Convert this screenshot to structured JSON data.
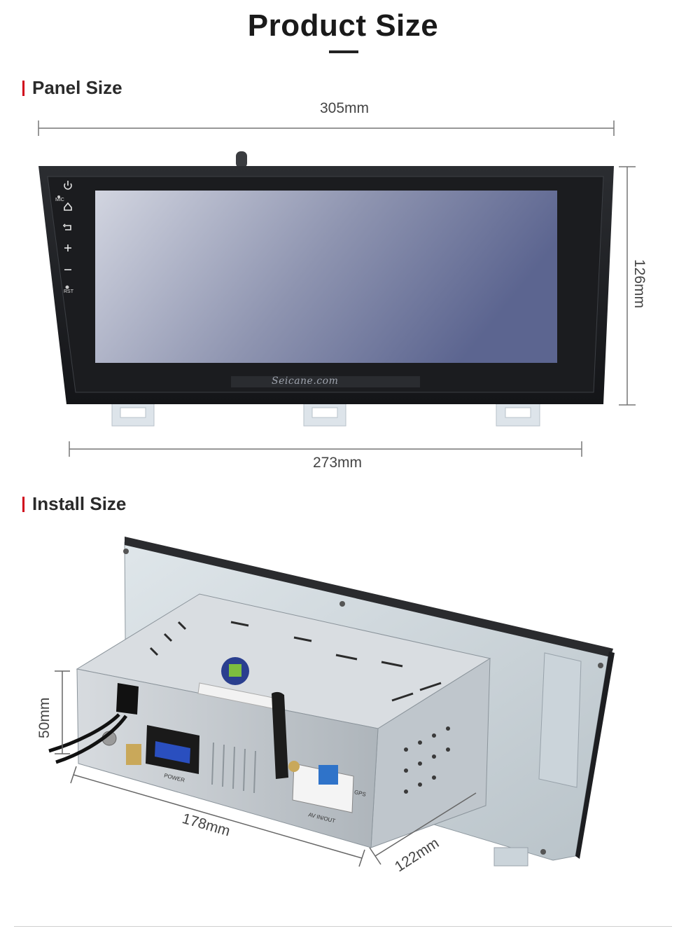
{
  "page": {
    "title": "Product Size"
  },
  "panel_section": {
    "heading": "Panel Size",
    "width_label": "305mm",
    "height_label": "126mm",
    "bottom_width_label": "273mm",
    "brand_text": "Seicane.com",
    "buttons": [
      {
        "icon": "power-icon"
      },
      {
        "icon": "home-icon",
        "label": "MIC"
      },
      {
        "icon": "back-icon"
      },
      {
        "icon": "plus-icon"
      },
      {
        "icon": "minus-icon"
      },
      {
        "icon": "reset-icon",
        "label": "RST"
      }
    ]
  },
  "install_section": {
    "heading": "Install Size",
    "height_label": "50mm",
    "width_label": "178mm",
    "depth_label": "122mm",
    "connector_labels": [
      "POWER",
      "AV IN/OUT",
      "GPS"
    ]
  },
  "colors": {
    "accent": "#d0021b",
    "screen_gradient_start": "#c9ccd8",
    "screen_gradient_end": "#5e6690",
    "bezel": "#1d1f22"
  }
}
